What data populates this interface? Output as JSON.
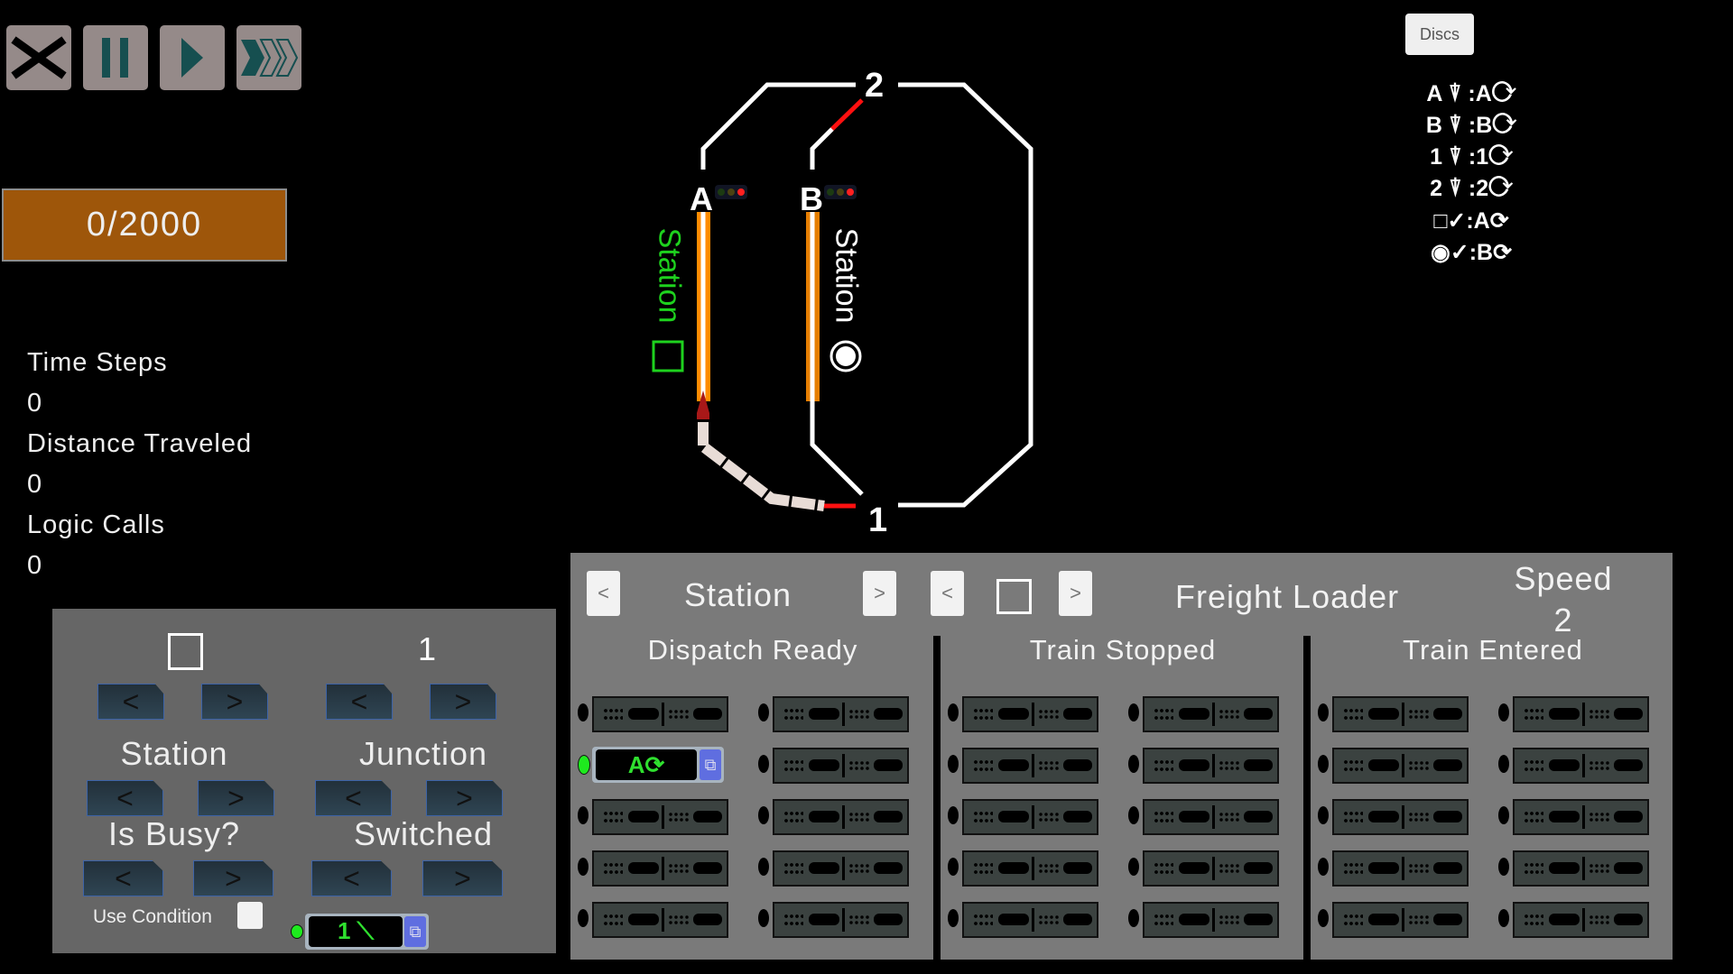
{
  "controls": {
    "stop_icon": "x-icon",
    "pause_icon": "pause-icon",
    "play_icon": "play-icon",
    "fast_icon": "fast-forward-icon"
  },
  "score": "0/2000",
  "stats": [
    {
      "label": "Time Steps",
      "value": "0"
    },
    {
      "label": "Distance Traveled",
      "value": "0"
    },
    {
      "label": "Logic Calls",
      "value": "0"
    }
  ],
  "discs_button": "Discs",
  "legend": [
    "A ⍒ :A⟳",
    "B ⍒ :B⟳",
    "1 ⍒ :1⟳",
    "2 ⍒ :2⟳",
    "□✓:A⟳",
    "◉✓:B⟳"
  ],
  "track": {
    "labels": {
      "a": "A",
      "b": "B",
      "one": "1",
      "two": "2"
    },
    "station_a": "Station",
    "station_b": "Station",
    "colors": {
      "track": "#ffffff",
      "station_a": "#1ed21e",
      "platform": "#ff8c00",
      "blocked": "#ff1010"
    }
  },
  "condition_panel": {
    "left_value_symbol": "square",
    "right_value": "1",
    "left_type": "Station",
    "right_type": "Junction",
    "left_query": "Is Busy?",
    "right_query": "Switched",
    "prev": "<",
    "next": ">",
    "use_condition_label": "Use Condition",
    "use_condition_checked": false,
    "output_value": "1 ⟍"
  },
  "component_panel": {
    "prev": "<",
    "next": ">",
    "type": "Station",
    "selected_symbol": "square",
    "name": "Freight Loader",
    "speed_label": "Speed",
    "speed_value": "2",
    "columns": [
      {
        "title": "Dispatch Ready",
        "slots": [
          "",
          "",
          "A⟳",
          "",
          "",
          "",
          "",
          "",
          "",
          ""
        ]
      },
      {
        "title": "Train Stopped",
        "slots": [
          "",
          "",
          "",
          "",
          "",
          "",
          "",
          "",
          "",
          ""
        ]
      },
      {
        "title": "Train Entered",
        "slots": [
          "",
          "",
          "",
          "",
          "",
          "",
          "",
          "",
          "",
          ""
        ]
      }
    ]
  }
}
